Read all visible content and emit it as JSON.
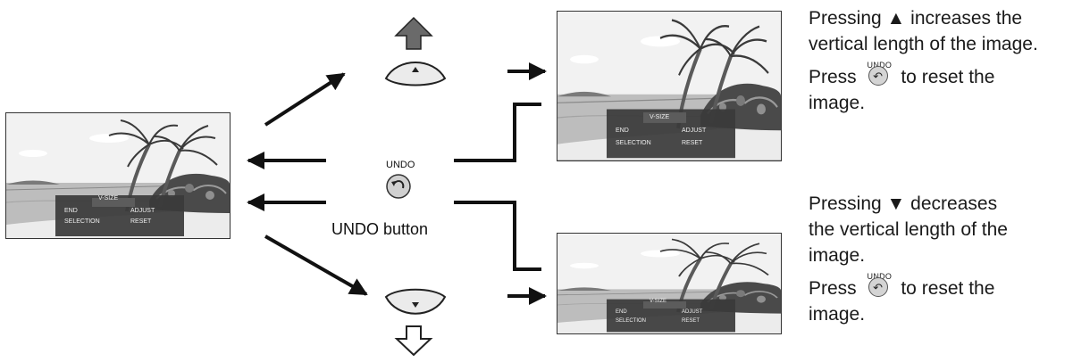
{
  "undo_center": {
    "caption": "UNDO",
    "label": "UNDO button"
  },
  "osd": {
    "title": "V-SIZE",
    "items": [
      "END",
      "ADJUST",
      "SELECTION",
      "RESET"
    ]
  },
  "note_increase": {
    "line1_pre": "Pressing ",
    "line1_symbol": "▲",
    "line1_post": " increases the",
    "line2": "vertical length of the image.",
    "line3_pre": "Press ",
    "undo_caption": "UNDO",
    "line3_post": " to reset the",
    "line4": "image."
  },
  "note_decrease": {
    "line1_pre": "Pressing ",
    "line1_symbol": "▼",
    "line1_post": " decreases",
    "line2": "the vertical length of the",
    "line3": "image.",
    "line4_pre": "Press ",
    "undo_caption": "UNDO",
    "line4_post": " to reset the",
    "line5": "image."
  },
  "icons": {
    "up_arrow": "up-arrow-icon",
    "down_arrow": "down-arrow-icon",
    "up_key": "up-key-button",
    "down_key": "down-key-button",
    "undo": "undo-icon"
  }
}
